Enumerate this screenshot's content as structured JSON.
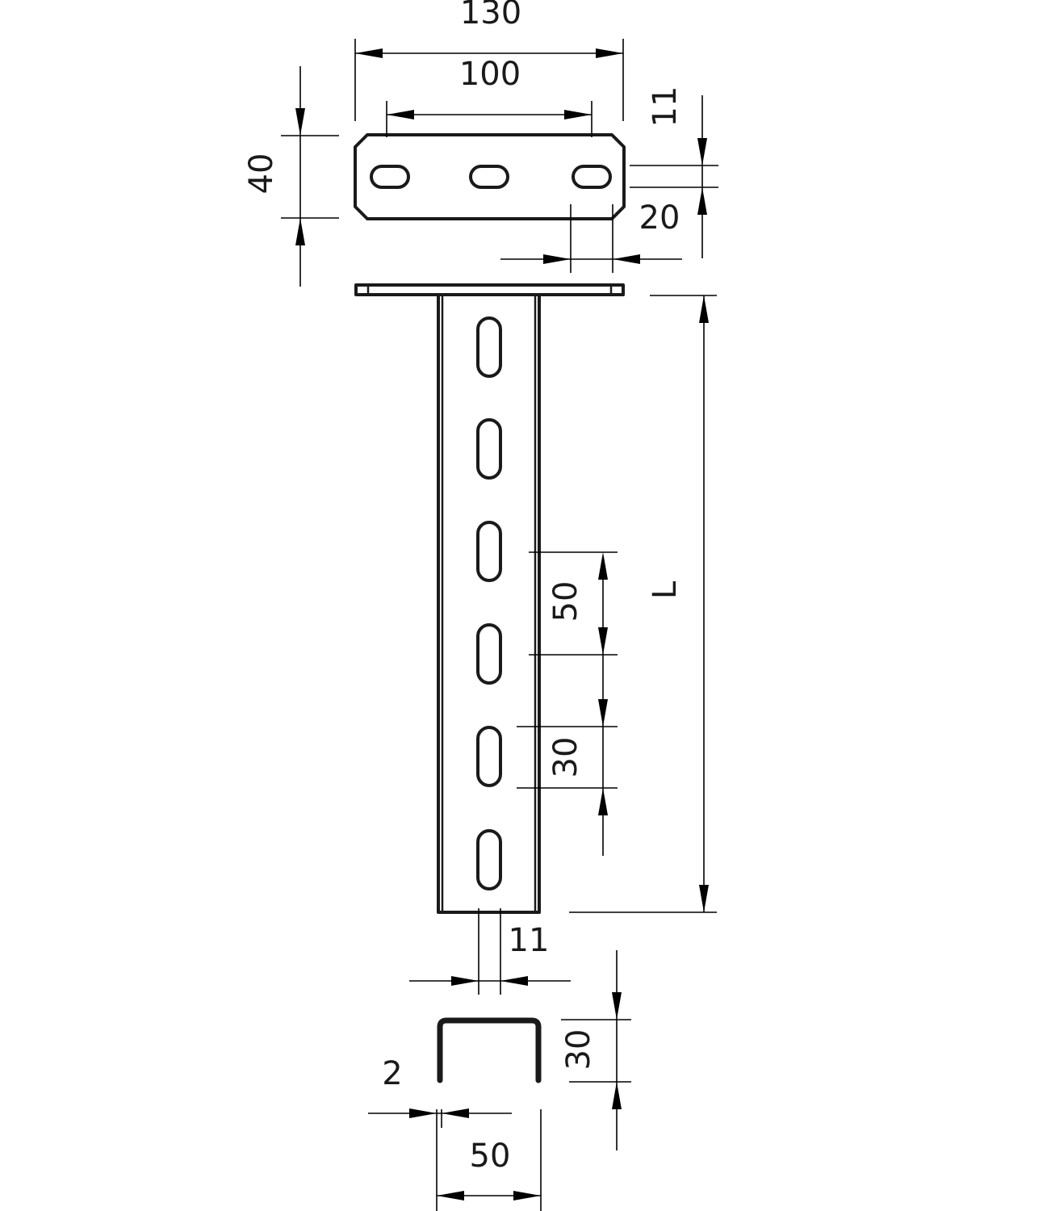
{
  "drawing": {
    "dimensions": {
      "plate_width": "130",
      "hole_spacing": "100",
      "plate_height": "40",
      "slot_height_plate": "11",
      "slot_length_plate": "20",
      "length": "L",
      "slot_pitch": "50",
      "slot_length_channel": "30",
      "slot_width_channel": "11",
      "profile_height": "30",
      "thickness": "2",
      "profile_width": "50"
    },
    "colors": {
      "line": "#1a1a1a",
      "background": "#ffffff"
    }
  }
}
